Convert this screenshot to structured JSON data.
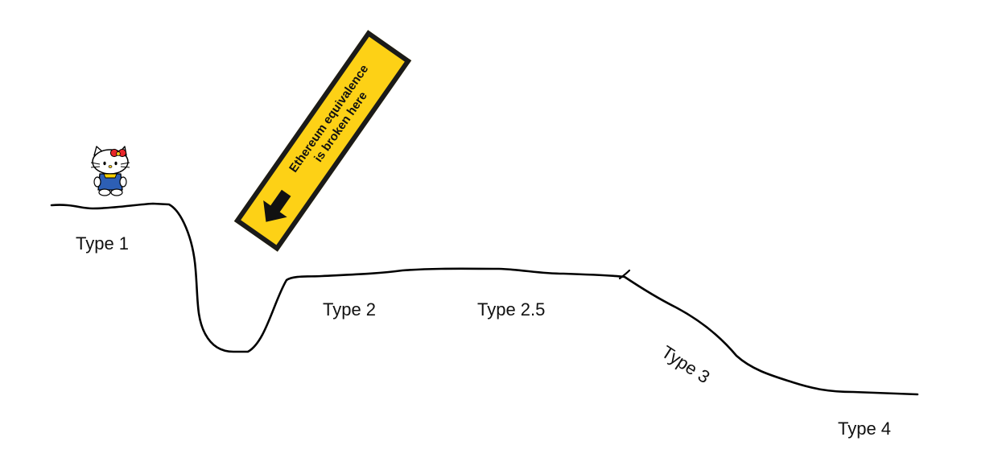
{
  "labels": {
    "type1": "Type 1",
    "type2": "Type 2",
    "type2_5": "Type 2.5",
    "type3": "Type 3",
    "type4": "Type 4"
  },
  "sign": {
    "line1": "Ethereum equivalence",
    "line2": "is broken here",
    "background_color": "#fdd116",
    "border_color": "#1a1a1a",
    "icon": "arrow-down-left-icon"
  },
  "character": {
    "icon": "hello-kitty-character"
  },
  "colors": {
    "curve": "#000000",
    "text": "#111111",
    "background": "#ffffff"
  }
}
